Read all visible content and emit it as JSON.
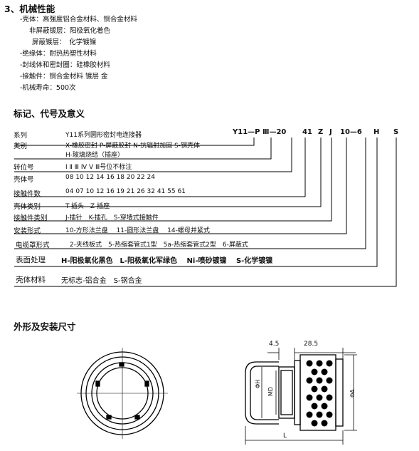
{
  "performance": {
    "heading": "3、机械性能",
    "items": [
      "-壳体：高强度铝合金材料、铜合金材料",
      "非屏蔽镀层：阳极氧化着色",
      "屏蔽镀层：　化学镀镍",
      "-绝缘体：耐热热塑性材料",
      "-封线体和密封圈：硅橡胶材料",
      "-接触件：铜合金材料 镀层 金",
      "-机械寿命：500次"
    ]
  },
  "marking": {
    "heading": "标记、代号及意义",
    "code_parts": [
      "Y11—P",
      "Ⅲ—20",
      "41",
      "Z",
      "J",
      "10—6",
      "H",
      "S"
    ],
    "rows": [
      {
        "label": "系列",
        "value": "Y11系列圆形密封电连接器"
      },
      {
        "label": "类别",
        "value": "X-橡胶密封 P-屏蔽胶封 N-抗辐射加固 S-钢壳体"
      },
      {
        "label": "",
        "value": "H-玻璃烧结（插座）"
      },
      {
        "label": "转位号",
        "value": "Ⅰ Ⅱ Ⅲ Ⅳ Ⅴ Ⅲ号位不标注"
      },
      {
        "label": "壳体号",
        "value": "08 10 12 14 16 18 20 22 24"
      },
      {
        "label": "接触件数",
        "value": "04 07 10 12 16 19 21 26 32 41 55 61"
      },
      {
        "label": "壳体类别",
        "value": "T-插头　Z-插座"
      },
      {
        "label": "接触件类别",
        "value": "J-插针　K-插孔　S-穿墙式接触件"
      },
      {
        "label": "安装形式",
        "value": "10-方形法兰盘　 11-圆形法兰盘　 14-螺母并紧式"
      },
      {
        "label": "电缆罩形式",
        "value": "2-夹线板式　5-热缩套管式1型　5a-热缩套管式2型　6-屏蔽式"
      },
      {
        "label": "表面处理",
        "value": "H-阳极氧化黑色　L-阳极氧化军绿色　 Ni-喷砂镀镍　 S-化学镀镍"
      },
      {
        "label": "壳体材料",
        "value": "无标志-铝合金　S-钢合金"
      }
    ]
  },
  "dimensions": {
    "heading": "外形及安装尺寸",
    "dim_a": "4.5",
    "dim_b": "28.5",
    "phi_h": "ΦH",
    "md": "MD",
    "phi_a": "ΦA",
    "l": "L"
  }
}
